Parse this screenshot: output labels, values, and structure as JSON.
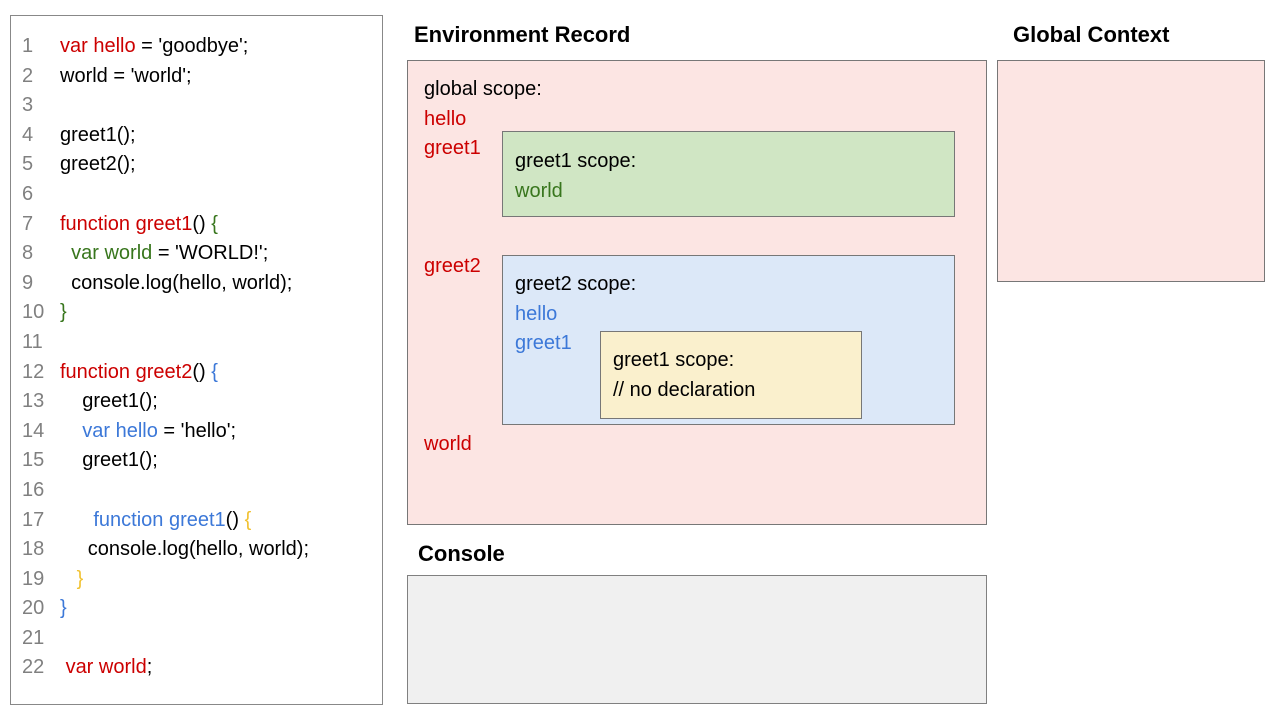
{
  "palette": {
    "red": "#cc0000",
    "green": "#38761d",
    "blue": "#3c78d8",
    "gold": "#f1c232",
    "black": "#000000",
    "line_number_gray": "#808080",
    "pink_fill": "#fce5e3",
    "green_fill": "#d0e6c4",
    "blue_fill": "#dce8f8",
    "yellow_fill": "#faf0cd",
    "console_fill": "#f0f0f0",
    "border_gray": "#777777"
  },
  "code_panel": {
    "lines": [
      {
        "n": "1",
        "segments": [
          {
            "t": "var hello",
            "c": "red"
          },
          {
            "t": " = 'goodbye';",
            "c": "black"
          }
        ]
      },
      {
        "n": "2",
        "segments": [
          {
            "t": "world = 'world';",
            "c": "black"
          }
        ]
      },
      {
        "n": "3",
        "segments": []
      },
      {
        "n": "4",
        "segments": [
          {
            "t": "greet1();",
            "c": "black"
          }
        ]
      },
      {
        "n": "5",
        "segments": [
          {
            "t": "greet2();",
            "c": "black"
          }
        ]
      },
      {
        "n": "6",
        "segments": []
      },
      {
        "n": "7",
        "segments": [
          {
            "t": "function greet1",
            "c": "red"
          },
          {
            "t": "() ",
            "c": "black"
          },
          {
            "t": "{",
            "c": "green"
          }
        ]
      },
      {
        "n": "8",
        "segments": [
          {
            "t": "  ",
            "c": "black"
          },
          {
            "t": "var world",
            "c": "green"
          },
          {
            "t": " = 'WORLD!';",
            "c": "black"
          }
        ]
      },
      {
        "n": "9",
        "segments": [
          {
            "t": "  console.log(hello, world);",
            "c": "black"
          }
        ]
      },
      {
        "n": "10",
        "segments": [
          {
            "t": "}",
            "c": "green"
          }
        ]
      },
      {
        "n": "11",
        "segments": []
      },
      {
        "n": "12",
        "segments": [
          {
            "t": "function greet2",
            "c": "red"
          },
          {
            "t": "() ",
            "c": "black"
          },
          {
            "t": "{",
            "c": "blue"
          }
        ]
      },
      {
        "n": "13",
        "segments": [
          {
            "t": "    greet1();",
            "c": "black"
          }
        ]
      },
      {
        "n": "14",
        "segments": [
          {
            "t": "    ",
            "c": "black"
          },
          {
            "t": "var hello",
            "c": "blue"
          },
          {
            "t": " = 'hello';",
            "c": "black"
          }
        ]
      },
      {
        "n": "15",
        "segments": [
          {
            "t": "    greet1();",
            "c": "black"
          }
        ]
      },
      {
        "n": "16",
        "segments": []
      },
      {
        "n": "17",
        "segments": [
          {
            "t": "      ",
            "c": "black"
          },
          {
            "t": "function greet1",
            "c": "blue"
          },
          {
            "t": "() ",
            "c": "black"
          },
          {
            "t": "{",
            "c": "gold"
          }
        ]
      },
      {
        "n": "18",
        "segments": [
          {
            "t": "     console.log(hello, world);",
            "c": "black"
          }
        ]
      },
      {
        "n": "19",
        "segments": [
          {
            "t": "   ",
            "c": "black"
          },
          {
            "t": "}",
            "c": "gold"
          }
        ]
      },
      {
        "n": "20",
        "segments": [
          {
            "t": "}",
            "c": "blue"
          }
        ]
      },
      {
        "n": "21",
        "segments": []
      },
      {
        "n": "22",
        "segments": [
          {
            "t": " ",
            "c": "black"
          },
          {
            "t": "var world",
            "c": "red"
          },
          {
            "t": ";",
            "c": "black"
          }
        ]
      }
    ]
  },
  "environment_record": {
    "title": "Environment Record",
    "global_scope_label": "global scope:",
    "var_hello": "hello",
    "var_greet1": "greet1",
    "var_greet2": "greet2",
    "var_world": "world",
    "greet1_scope": {
      "label": "greet1 scope:",
      "var_world": "world"
    },
    "greet2_scope": {
      "label": "greet2 scope:",
      "var_hello": "hello",
      "var_greet1": "greet1",
      "inner_greet1_scope": {
        "label": "greet1 scope:",
        "comment": "// no declaration"
      }
    }
  },
  "global_context": {
    "title": "Global Context"
  },
  "console_panel": {
    "title": "Console"
  }
}
